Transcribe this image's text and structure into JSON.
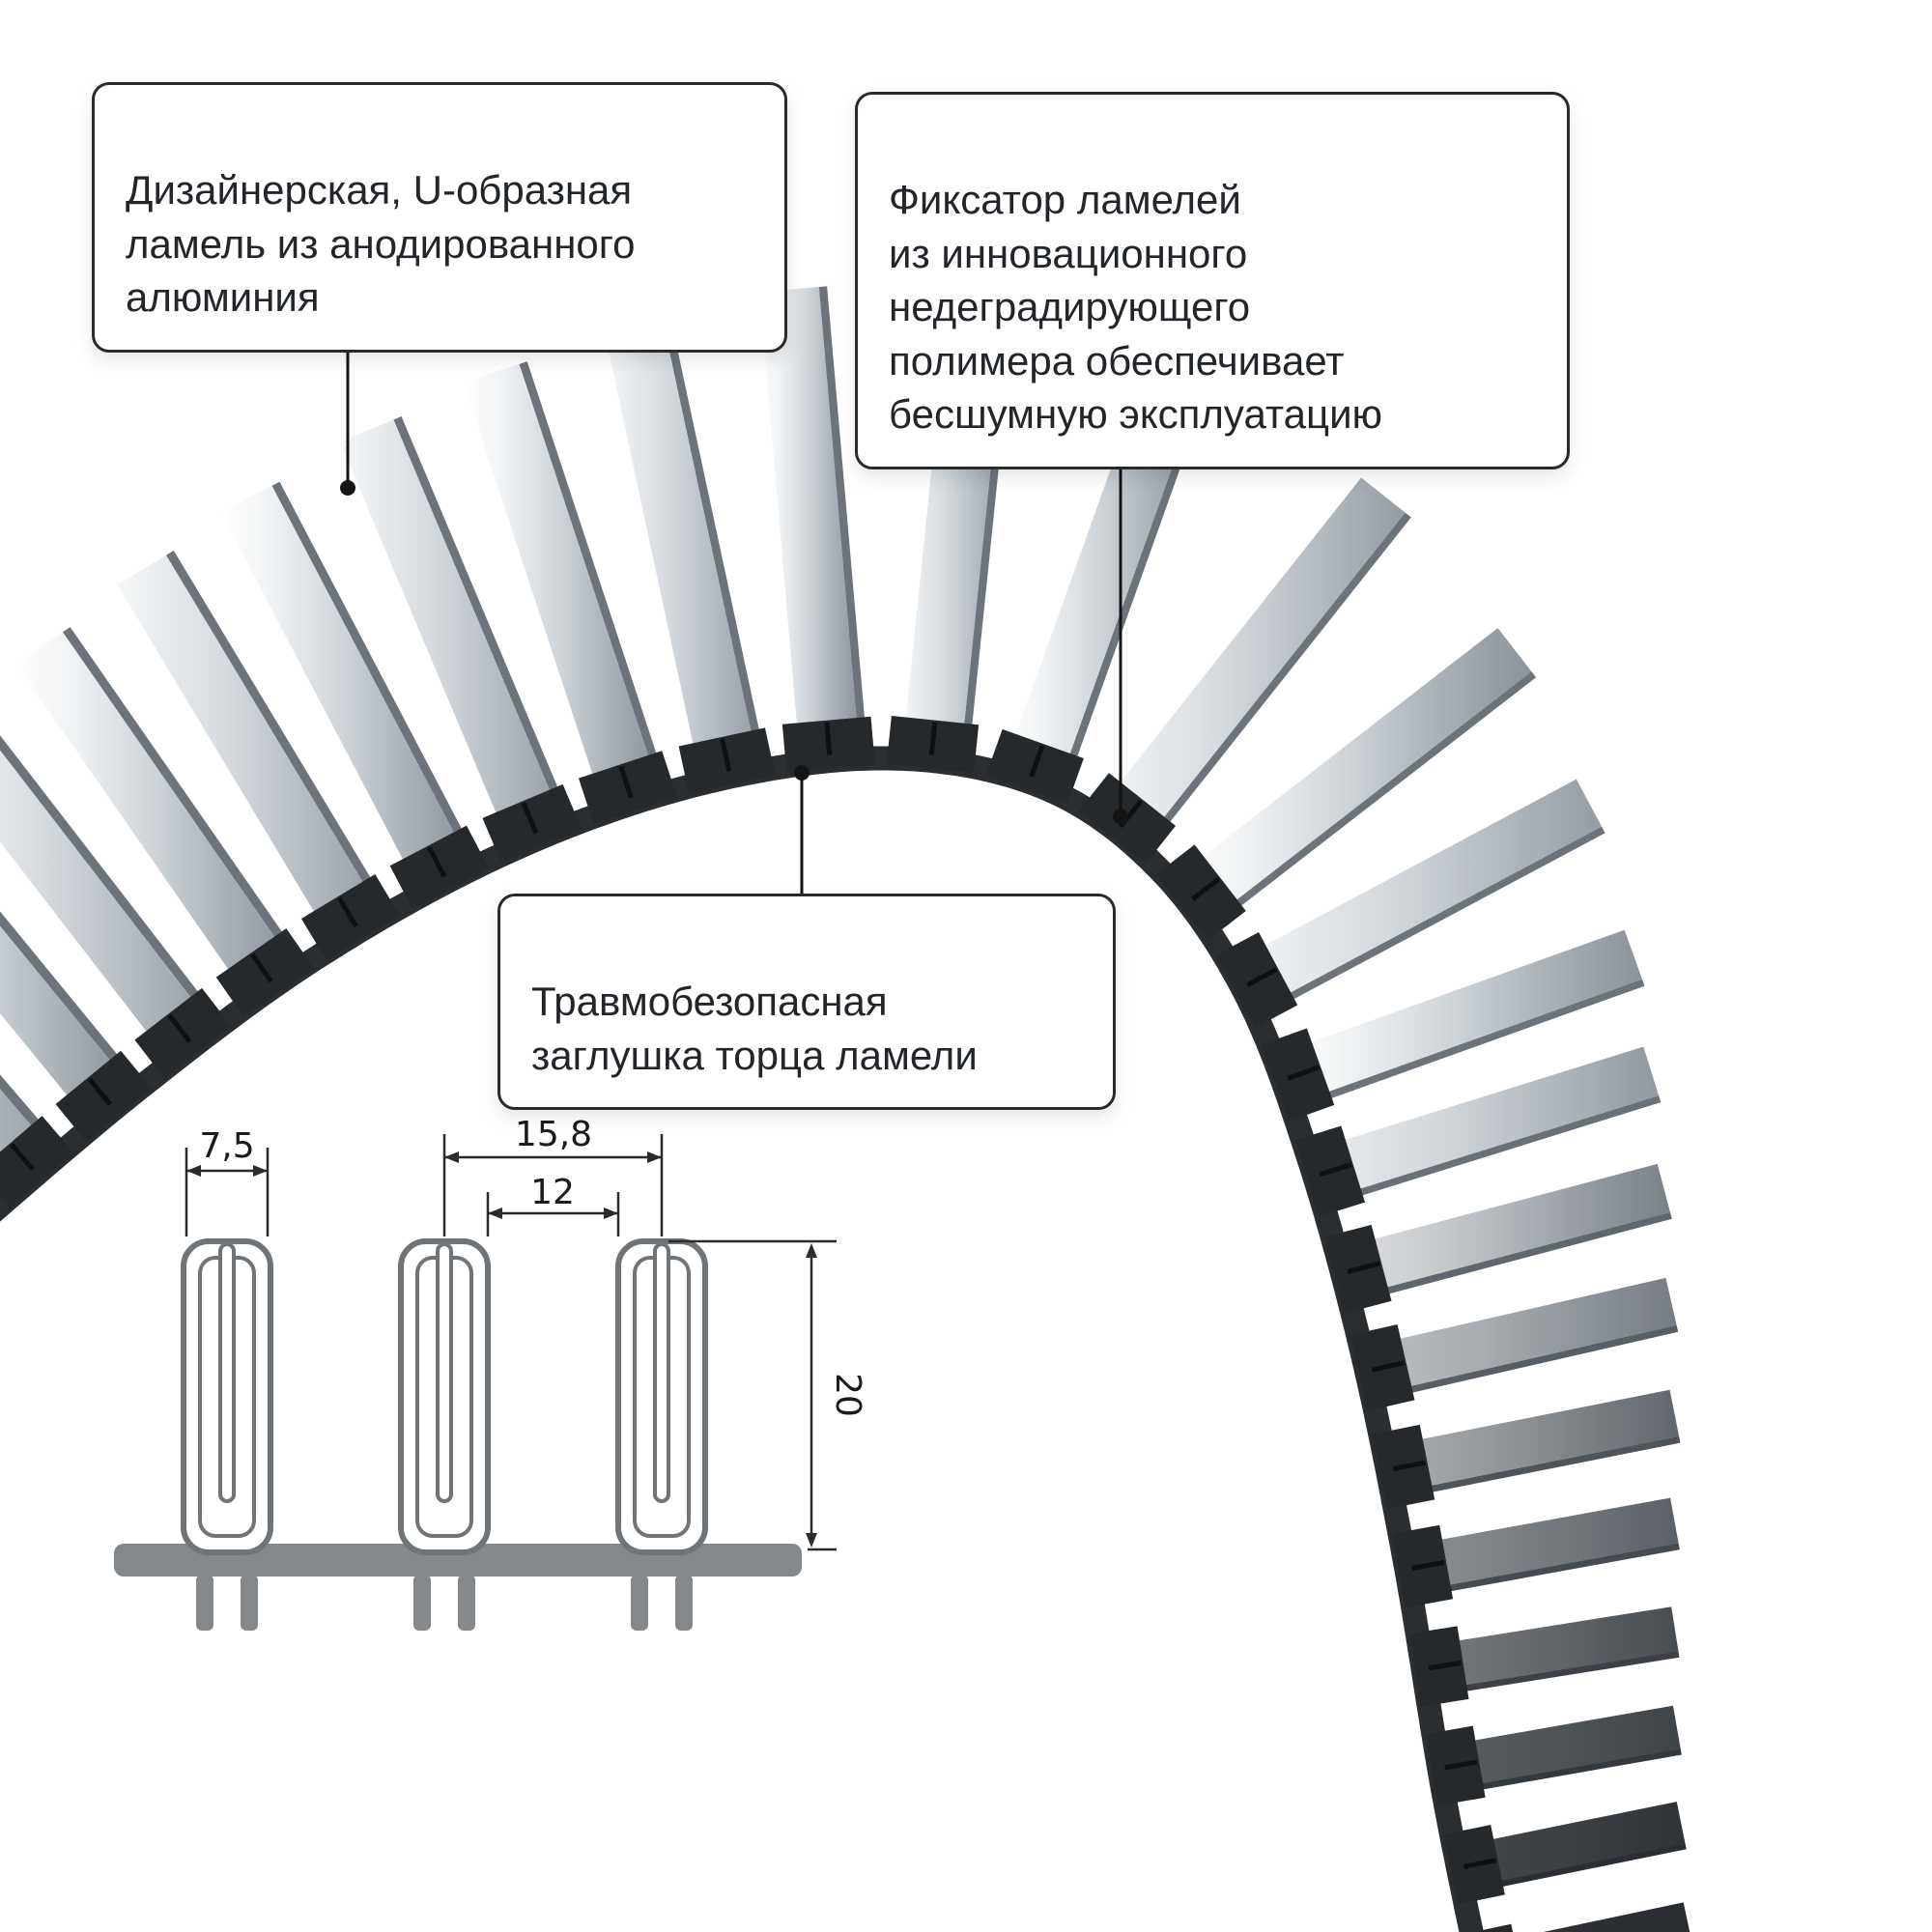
{
  "callouts": [
    {
      "id": "lamella",
      "text": "Дизайнерская, U-образная\nламель из анодированного\nалюминия"
    },
    {
      "id": "fixator",
      "text": "Фиксатор ламелей\nиз инновационного\nнедеградирующего\nполимера обеспечивает\nбесшумную эксплуатацию"
    },
    {
      "id": "endcap",
      "text": "Травмобезопасная\nзаглушка торца ламели"
    }
  ],
  "dimensions": {
    "slot_width": "7,5",
    "lamella_pitch": "15,8",
    "gap": "12",
    "height": "20"
  },
  "colors": {
    "background": "#ffffff",
    "callout_border": "#2a2a2a",
    "text": "#22262a",
    "lamella_light": "#ffffff",
    "lamella_mid": "#ccd2d6",
    "lamella_dark": "#8b929a",
    "polymer_dark": "#26292c",
    "band_dark": "#2b2e31",
    "drawing_gray": "#84888b",
    "dimension_line": "#2b2b2b"
  }
}
